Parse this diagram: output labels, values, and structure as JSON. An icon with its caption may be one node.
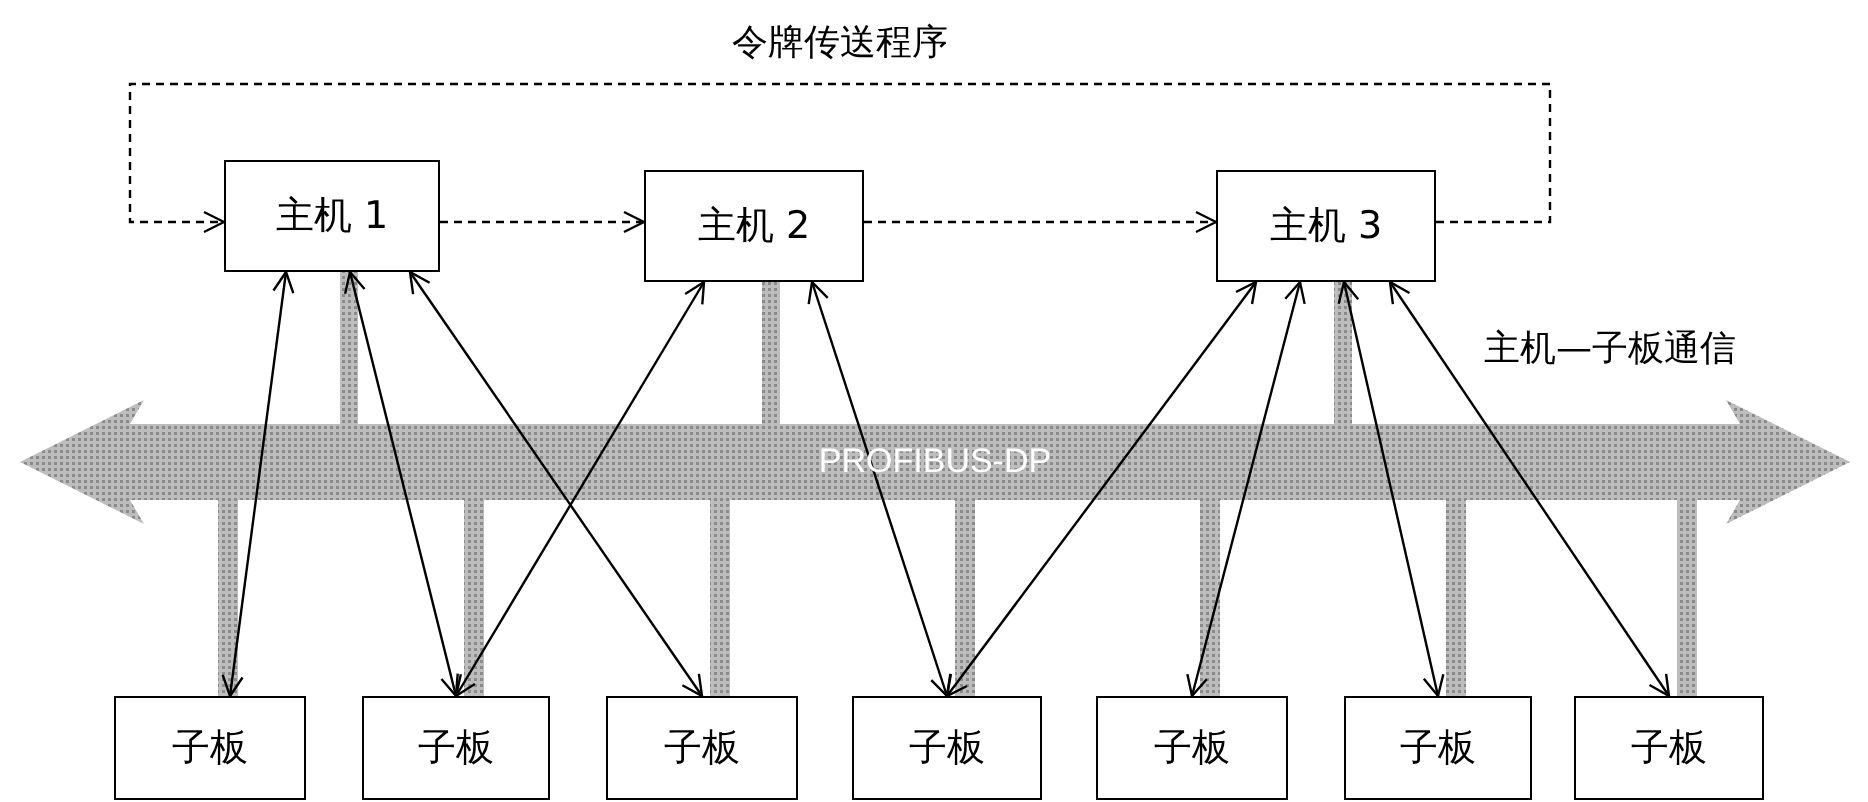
{
  "diagram": {
    "nodes": [
      {
        "text": [
          "主机 1"
        ]
      },
      {
        "text": [
          "主机 2"
        ]
      },
      {
        "text": [
          "主机 3"
        ]
      },
      {
        "text": [
          "子板"
        ]
      },
      {
        "text": [
          "子板"
        ]
      },
      {
        "text": [
          "子板"
        ]
      },
      {
        "text": [
          "子板"
        ]
      },
      {
        "text": [
          "子板"
        ]
      },
      {
        "text": [
          "子板"
        ]
      },
      {
        "text": [
          "子板"
        ]
      },
      {
        "text": [
          "PROFIBUS-DP"
        ]
      }
    ],
    "edges": [
      {
        "from": 0,
        "to": 1,
        "arrow": "to",
        "style": "dashed"
      },
      {
        "from": 1,
        "to": 2,
        "arrow": "to",
        "style": "dashed"
      },
      {
        "from": 2,
        "to": 0,
        "arrow": "to",
        "style": "dashed",
        "label": "令牌传送程序"
      },
      {
        "from": 0,
        "to": 3,
        "arrow": "both"
      },
      {
        "from": 0,
        "to": 4,
        "arrow": "both"
      },
      {
        "from": 0,
        "to": 5,
        "arrow": "both"
      },
      {
        "from": 1,
        "to": 4,
        "arrow": "both"
      },
      {
        "from": 1,
        "to": 6,
        "arrow": "both"
      },
      {
        "from": 2,
        "to": 6,
        "arrow": "both"
      },
      {
        "from": 2,
        "to": 7,
        "arrow": "both"
      },
      {
        "from": 2,
        "to": 8,
        "arrow": "both"
      },
      {
        "from": 2,
        "to": 9,
        "arrow": "both"
      }
    ],
    "labels": [
      "主机—子板通信"
    ]
  }
}
